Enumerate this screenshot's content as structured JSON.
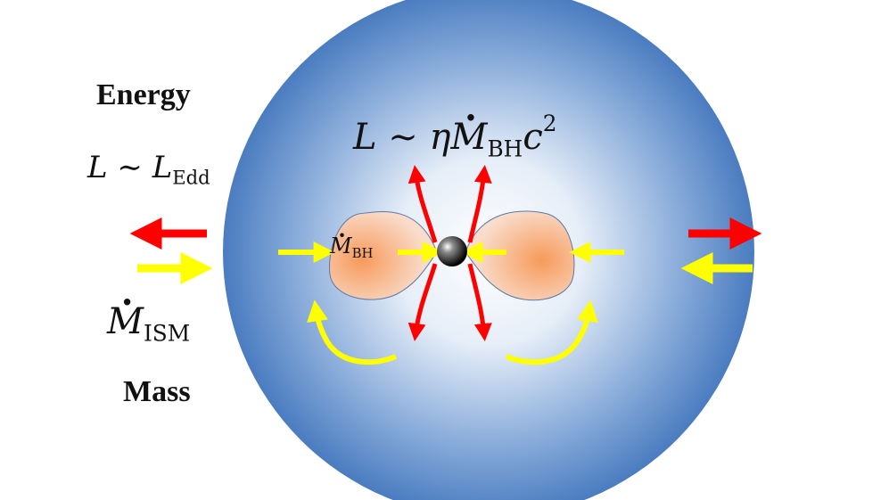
{
  "labels": {
    "energy": "Energy",
    "mass": "Mass",
    "l_edd": {
      "lhs": "L",
      "rel": "∼",
      "rhs": "L",
      "sub": "Edd"
    },
    "m_ism": {
      "sym": "M",
      "sub": "ISM"
    },
    "m_bh": {
      "sym": "M",
      "sub": "BH"
    },
    "luminosity": {
      "lhs": "L",
      "rel": "∼",
      "eta": "η",
      "sym": "M",
      "sub": "BH",
      "c": "c",
      "exp": "2"
    }
  },
  "colors": {
    "sphere_outer": "#4a7cc0",
    "sphere_inner": "#ffffff",
    "lobe_center": "#f79a5a",
    "lobe_edge": "#f7d4bc",
    "outflow_arrow": "#ff0000",
    "inflow_arrow": "#ffff00",
    "black_hole": "#111111"
  },
  "icons": {
    "central": "black-hole-sphere",
    "outflow": "red-arrow",
    "inflow": "yellow-arrow"
  }
}
